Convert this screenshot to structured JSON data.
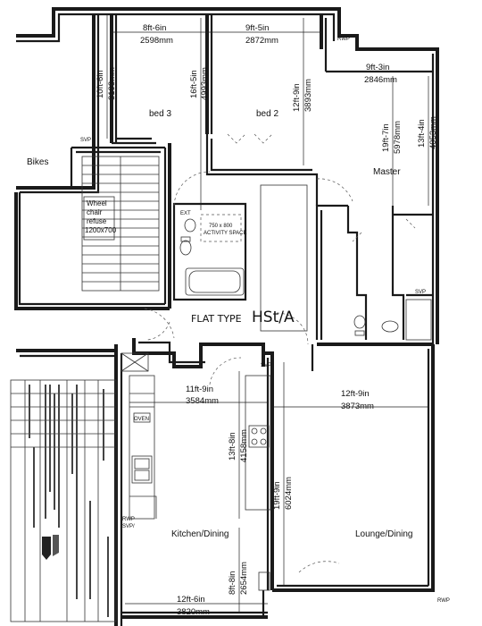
{
  "rooms": {
    "bed3": "bed 3",
    "bed2": "bed 2",
    "master": "Master",
    "bikes": "Bikes",
    "kitchen": "Kitchen/Dining",
    "lounge": "Lounge/Dining",
    "wheelchair": [
      "Wheel",
      "chair",
      "refuse",
      "1200x700"
    ],
    "activity": [
      "750 x 800",
      "ACTIVITY SPACE"
    ],
    "oven": "OVEN"
  },
  "title": {
    "prefix": "FLAT TYPE ",
    "code": "HSt/A"
  },
  "dimensions": {
    "bed3_w_imp": "8ft-6in",
    "bed3_w_mm": "2598mm",
    "bed2_w_imp": "9ft-5in",
    "bed2_w_mm": "2872mm",
    "master_w_imp": "9ft-3in",
    "master_w_mm": "2846mm",
    "bed3_h_imp": "10ft-6in",
    "bed3_h_mm": "3193mm",
    "bed2_h_imp": "16ft-5in",
    "bed2_h_mm": "4993mm",
    "bed2b_h_imp": "12ft-9in",
    "bed2b_h_mm": "3893mm",
    "master_h_imp": "19ft-7in",
    "master_h_mm": "5978mm",
    "master2_h_imp": "13ft-4in",
    "master2_h_mm": "4053mm",
    "kitchen_w_imp": "11ft-9in",
    "kitchen_w_mm": "3584mm",
    "lounge_w_imp": "12ft-9in",
    "lounge_w_mm": "3873mm",
    "kitchen_h_imp": "13ft-8in",
    "kitchen_h_mm": "4158mm",
    "lounge_h_imp": "19ft-9in",
    "lounge_h_mm": "6024mm",
    "kitchen_b_h_imp": "8ft-8in",
    "kitchen_b_h_mm": "2654mm",
    "kitchen_b_w_imp": "12ft-6in",
    "kitchen_b_w_mm": "3820mm"
  },
  "markers": {
    "rwp": "RWP",
    "svp": "SVP",
    "svp_ext": "SVP/",
    "ext": "EXT",
    "rwp_bottom": "RWP",
    "rwp_kitchen": "RWP"
  }
}
